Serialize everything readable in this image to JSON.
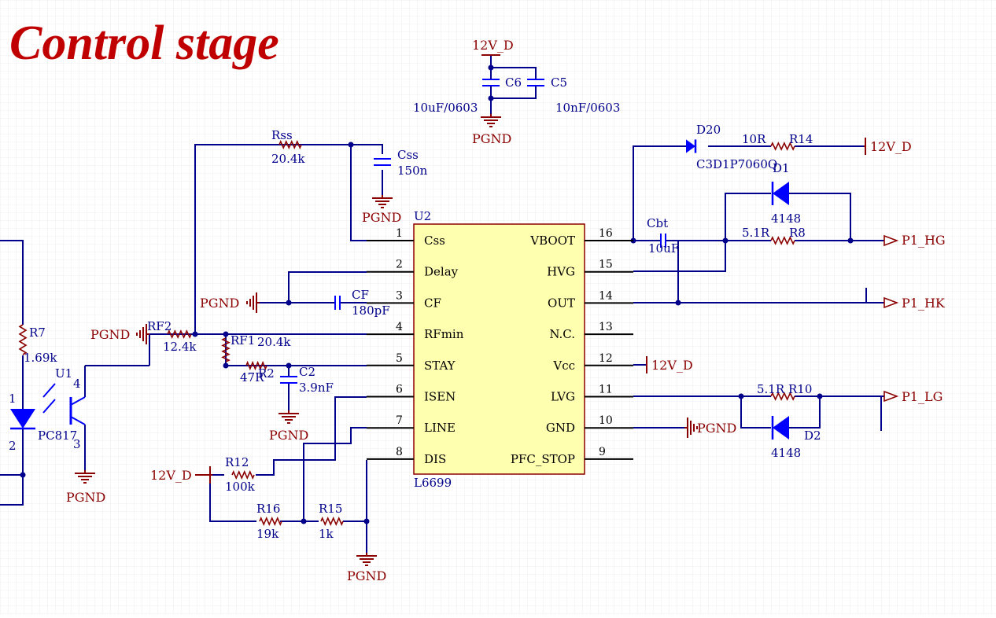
{
  "title": "Control stage",
  "colors": {
    "wire": "#00008B",
    "power": "#8B0000",
    "ic_fill": "#FFFFB0",
    "ic_stroke": "#8B0000",
    "part_blue": "#0000FF",
    "title_red": "#C00000",
    "grid": "#EAEAEA"
  },
  "ic": {
    "designator": "U2",
    "part_number": "L6699",
    "left_pins": [
      {
        "num": "1",
        "name": "Css"
      },
      {
        "num": "2",
        "name": "Delay"
      },
      {
        "num": "3",
        "name": "CF"
      },
      {
        "num": "4",
        "name": "RFmin"
      },
      {
        "num": "5",
        "name": "STAY"
      },
      {
        "num": "6",
        "name": "ISEN"
      },
      {
        "num": "7",
        "name": "LINE"
      },
      {
        "num": "8",
        "name": "DIS"
      }
    ],
    "right_pins": [
      {
        "num": "16",
        "name": "VBOOT"
      },
      {
        "num": "15",
        "name": "HVG"
      },
      {
        "num": "14",
        "name": "OUT"
      },
      {
        "num": "13",
        "name": "N.C."
      },
      {
        "num": "12",
        "name": "Vcc"
      },
      {
        "num": "11",
        "name": "LVG"
      },
      {
        "num": "10",
        "name": "GND"
      },
      {
        "num": "9",
        "name": "PFC_STOP"
      }
    ]
  },
  "components": {
    "rss": {
      "ref": "Rss",
      "value": "20.4k"
    },
    "css": {
      "ref": "Css",
      "value": "150n"
    },
    "c6": {
      "ref": "C6",
      "value": "10uF/0603"
    },
    "c5": {
      "ref": "C5",
      "value": "10nF/0603"
    },
    "cf": {
      "ref": "CF",
      "value": "180pF"
    },
    "rf2": {
      "ref": "RF2",
      "value": "12.4k"
    },
    "rf1": {
      "ref": "RF1",
      "value": "20.4k"
    },
    "r2": {
      "ref": "R2",
      "value": "47R"
    },
    "c2": {
      "ref": "C2",
      "value": "3.9nF"
    },
    "r7": {
      "ref": "R7",
      "value": "1.69k"
    },
    "u1": {
      "ref": "U1",
      "value": "PC817",
      "pins": [
        "1",
        "2",
        "3",
        "4"
      ]
    },
    "r12": {
      "ref": "R12",
      "value": "100k"
    },
    "r16": {
      "ref": "R16",
      "value": "19k"
    },
    "r15": {
      "ref": "R15",
      "value": "1k"
    },
    "d20": {
      "ref": "D20",
      "value": "C3D1P7060Q"
    },
    "r14": {
      "ref": "R14",
      "value": "10R"
    },
    "d1": {
      "ref": "D1",
      "value": "4148"
    },
    "r8": {
      "ref": "R8",
      "value": "5.1R"
    },
    "cbt": {
      "ref": "Cbt",
      "value": "10uF"
    },
    "r10": {
      "ref": "R10",
      "value": "5.1R"
    },
    "d2": {
      "ref": "D2",
      "value": "4148"
    }
  },
  "nets": {
    "pgnd": "PGND",
    "v12": "12V_D",
    "p1_hg": "P1_HG",
    "p1_hk": "P1_HK",
    "p1_lg": "P1_LG"
  }
}
